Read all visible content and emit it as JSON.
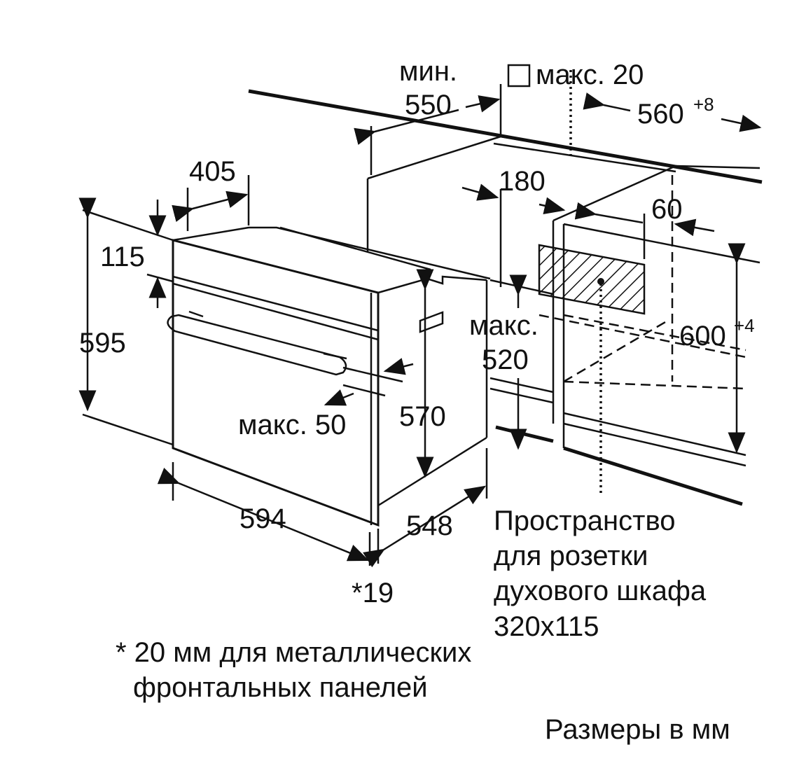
{
  "title": "Oven installation dimensions",
  "labels": {
    "min": "мин.",
    "min_value": "550",
    "max20": "макс. 20",
    "width_niche": "560",
    "width_niche_tol": "+8",
    "d405": "405",
    "d180": "180",
    "d60": "60",
    "d115": "115",
    "d595": "595",
    "height_niche": "600",
    "height_niche_tol": "+4",
    "max520_a": "макс.",
    "max520_b": "520",
    "max50": "макс. 50",
    "d570": "570",
    "d594": "594",
    "d548": "548",
    "d19": "*19"
  },
  "socket_note": [
    "Пространство",
    "для розетки",
    "духового шкафа",
    "320x115"
  ],
  "footnote": [
    "* 20 мм для металлических",
    "фронтальных панелей"
  ],
  "units_note": "Размеры в мм"
}
